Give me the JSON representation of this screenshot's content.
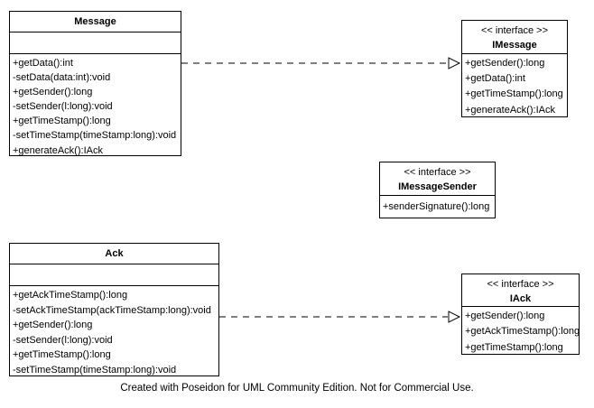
{
  "classes": {
    "message": {
      "name": "Message",
      "methods": [
        "+getData():int",
        "-setData(data:int):void",
        "+getSender():long",
        "-setSender(l:long):void",
        "+getTimeStamp():long",
        "-setTimeStamp(timeStamp:long):void",
        "+generateAck():IAck"
      ]
    },
    "imessage": {
      "stereotype": "<< interface >>",
      "name": "IMessage",
      "methods": [
        "+getSender():long",
        "+getData():int",
        "+getTimeStamp():long",
        "+generateAck():IAck"
      ]
    },
    "imessagesender": {
      "stereotype": "<< interface >>",
      "name": "IMessageSender",
      "methods": [
        "+senderSignature():long"
      ]
    },
    "ack": {
      "name": "Ack",
      "methods": [
        "+getAckTimeStamp():long",
        "-setAckTimeStamp(ackTimeStamp:long):void",
        "+getSender():long",
        "-setSender(l:long):void",
        "+getTimeStamp():long",
        "-setTimeStamp(timeStamp:long):void"
      ]
    },
    "iack": {
      "stereotype": "<< interface >>",
      "name": "IAck",
      "methods": [
        "+getSender():long",
        "+getAckTimeStamp():long",
        "+getTimeStamp():long"
      ]
    }
  },
  "relations": [
    {
      "type": "realization",
      "from": "Message",
      "to": "IMessage"
    },
    {
      "type": "realization",
      "from": "Ack",
      "to": "IAck"
    }
  ],
  "footer": "Created with Poseidon for UML Community Edition. Not for Commercial Use.",
  "colors": {
    "border": "#000000",
    "background": "#ffffff",
    "text": "#000000"
  }
}
